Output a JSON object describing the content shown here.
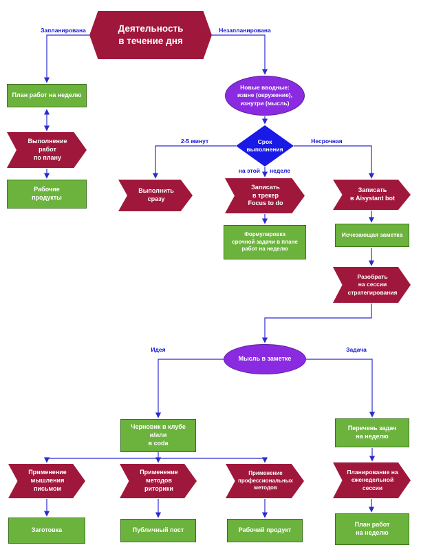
{
  "diagram": {
    "title": "Деятельность\nв течение дня",
    "labels": {
      "planned": "Запланирована",
      "unplanned": "Незапланирована",
      "minutes": "2-5 минут",
      "not_urgent": "Несрочная",
      "this_week_1": "на этой",
      "this_week_2": "неделе",
      "idea": "Идея",
      "task": "Задача"
    },
    "nodes": {
      "week_plan_left": "План работ на неделю",
      "plan_execution": "Выполнение\nработ\nпо плану",
      "work_products_left": "Рабочие\nпродукты",
      "new_inputs": "Новые вводные:\nизвне (окружение),\nизнутри (мысль)",
      "deadline": "Срок\nвыполнения",
      "do_now": "Выполнить\nсразу",
      "tracker": "Записать\nв трекер\nFocus to do",
      "urgent_task": "Формулировка\nсрочной задачи в плане\nработ на неделю",
      "aisystant": "Записать\nв Aisystant bot",
      "vanishing_note": "Исчезающая заметка",
      "strategy_session": "Разобрать\nна сессии\nстратегирования",
      "thought_note": "Мысль в заметке",
      "draft_club": "Черновик в клубе\nи/или\nв coda",
      "task_list": "Перечень задач\nна неделю",
      "thinking_writing": "Применение\nмышления\nписьмом",
      "rhetoric": "Применение\nметодов\nриторики",
      "professional": "Применение\nпрофессиональных\nметодов",
      "weekly_planning": "Планирование на\nеженедельной\nсессии",
      "blank": "Заготовка",
      "public_post": "Публичный пост",
      "work_product": "Рабочий продукт",
      "week_plan_right": "План работ\nна неделю"
    },
    "colors": {
      "maroon": "#A0173C",
      "green": "#6CB33E",
      "green_border": "#3A711B",
      "purple": "#8A2BE2",
      "purple_border": "#5C1E99",
      "blue": "#1A1AE6",
      "line": "#2B2BD0",
      "label": "#1414D6"
    }
  }
}
